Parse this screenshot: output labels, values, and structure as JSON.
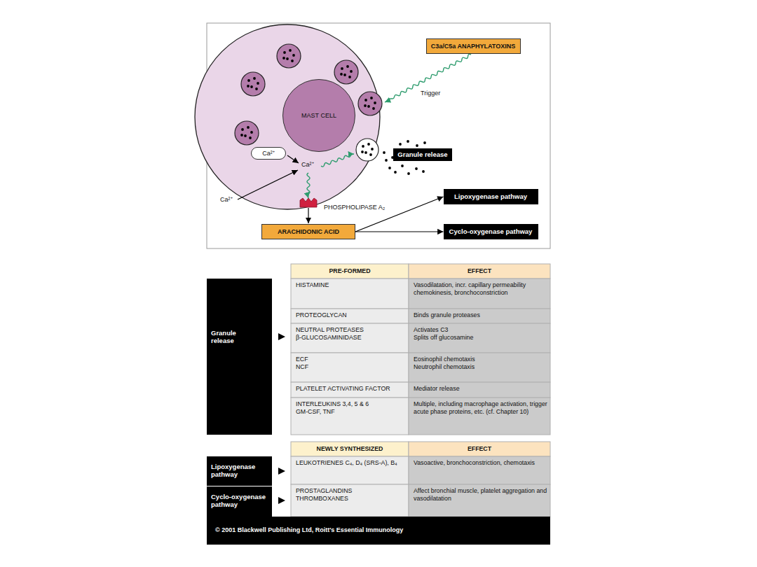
{
  "diagram": {
    "nodes": [
      {
        "text": [
          "C3a/C5a ANAPHYLATOXINS"
        ]
      },
      {
        "text": [
          "MAST CELL"
        ]
      },
      {
        "text": [
          "Ca²⁺"
        ]
      },
      {
        "text": [
          "Granule release"
        ]
      },
      {
        "text": [
          "ARACHIDONIC ACID"
        ]
      },
      {
        "text": [
          "Lipoxygenase pathway"
        ]
      },
      {
        "text": [
          "Cyclo-oxygenase pathway"
        ]
      },
      {
        "text": [
          "Granule release"
        ]
      },
      {
        "text": [
          "Lipoxygenase pathway"
        ]
      },
      {
        "text": [
          "Cyclo-oxygenase pathway"
        ]
      }
    ],
    "edges": [
      {
        "from": 4,
        "to": 5,
        "arrow": "to"
      },
      {
        "from": 4,
        "to": 6,
        "arrow": "to"
      }
    ],
    "labels": [
      "Trigger",
      "Ca²⁺",
      "Ca²⁺",
      "PHOSPHOLIPASE A₂",
      "PRE-FORMED",
      "EFFECT",
      "HISTAMINE",
      "Vasodilatation, incr. capillary permeability chemokinesis, bronchoconstriction",
      "PROTEOGLYCAN",
      "Binds granule proteases",
      "NEUTRAL PROTEASES",
      "β-GLUCOSAMINIDASE",
      "Activates C3",
      "Splits off glucosamine",
      "ECF",
      "NCF",
      "Eosinophil chemotaxis",
      "Neutrophil chemotaxis",
      "PLATELET ACTIVATING FACTOR",
      "Mediator release",
      "INTERLEUKINS 3,4, 5 & 6",
      "GM-CSF, TNF",
      "Multiple, including macrophage activation, trigger acute phase proteins, etc. (cf. Chapter 10)",
      "NEWLY SYNTHESIZED",
      "EFFECT",
      "LEUKOTRIENES C₄, D₄ (SRS-A), B₄",
      "Vasoactive, bronchoconstriction, chemotaxis",
      "PROSTAGLANDINS",
      "THROMBOXANES",
      "Affect bronchial muscle, platelet aggregation and vasodilatation",
      "© 2001 Blackwell Publishing Ltd, Roitt's Essential Immunology"
    ]
  }
}
